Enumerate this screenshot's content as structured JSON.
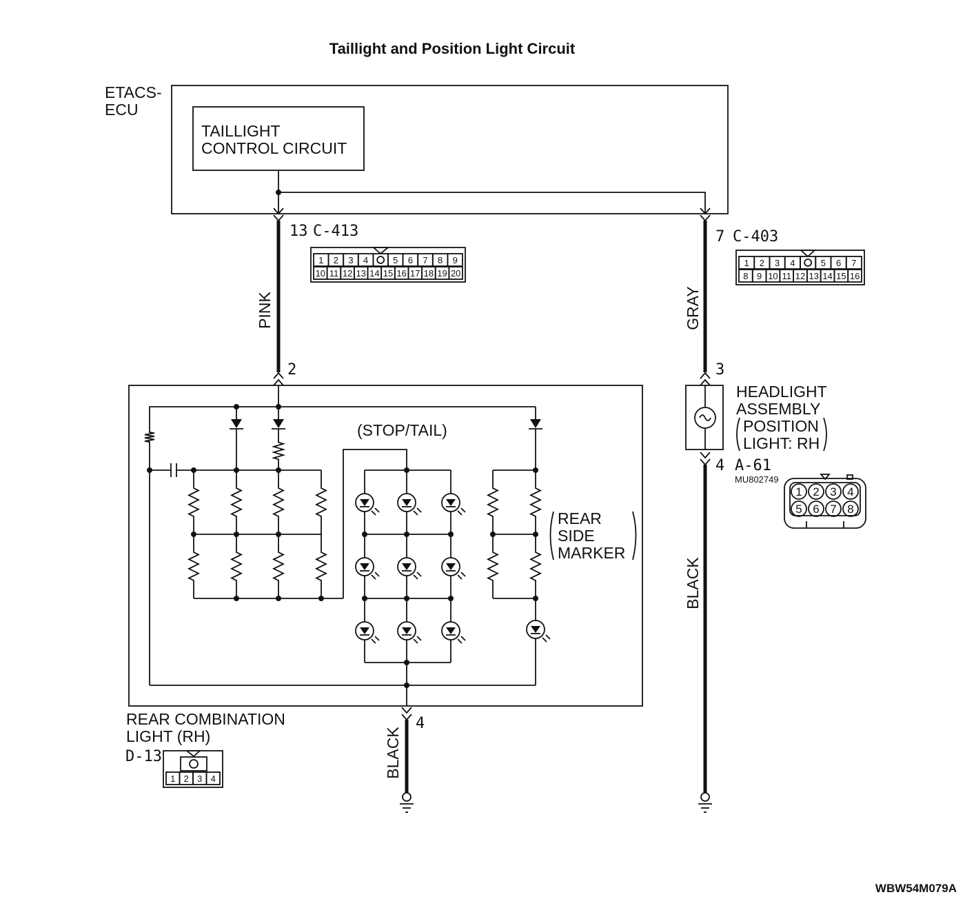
{
  "title": "Taillight and Position Light Circuit",
  "ecu": {
    "name_line1": "ETACS-",
    "name_line2": "ECU",
    "inner_line1": "TAILLIGHT",
    "inner_line2": "CONTROL CIRCUIT"
  },
  "connector_c413": {
    "pin": "13",
    "name": "C-413",
    "row1": [
      "1",
      "2",
      "3",
      "4",
      "",
      "5",
      "6",
      "7",
      "8",
      "9"
    ],
    "row2": [
      "10",
      "11",
      "12",
      "13",
      "14",
      "15",
      "16",
      "17",
      "18",
      "19",
      "20"
    ]
  },
  "connector_c403": {
    "pin": "7",
    "name": "C-403",
    "row1": [
      "1",
      "2",
      "3",
      "4",
      "",
      "5",
      "6",
      "7"
    ],
    "row2": [
      "8",
      "9",
      "10",
      "11",
      "12",
      "13",
      "14",
      "15",
      "16"
    ]
  },
  "wires": {
    "pink": "PINK",
    "gray": "GRAY",
    "black_left": "BLACK",
    "black_right": "BLACK"
  },
  "rear_combination": {
    "pin_in": "2",
    "pin_out": "4",
    "label_line1": "REAR COMBINATION",
    "label_line2": "LIGHT (RH)",
    "stop_tail": "(STOP/TAIL)",
    "side_marker_line1": "REAR",
    "side_marker_line2": "SIDE",
    "side_marker_line3": "MARKER"
  },
  "connector_d13": {
    "name": "D-13",
    "cells": [
      "1",
      "2",
      "3",
      "4"
    ]
  },
  "headlight": {
    "pin_in": "3",
    "pin_out": "4",
    "label_line1": "HEADLIGHT",
    "label_line2": "ASSEMBLY",
    "label_line3": "POSITION",
    "label_line4": "LIGHT: RH"
  },
  "connector_a61": {
    "name": "A-61",
    "part": "MU802749",
    "row1": [
      "1",
      "2",
      "3",
      "4"
    ],
    "row2": [
      "5",
      "6",
      "7",
      "8"
    ]
  },
  "figure_code": "WBW54M079A",
  "colors": {
    "ink": "#111111",
    "paper": "#ffffff"
  }
}
